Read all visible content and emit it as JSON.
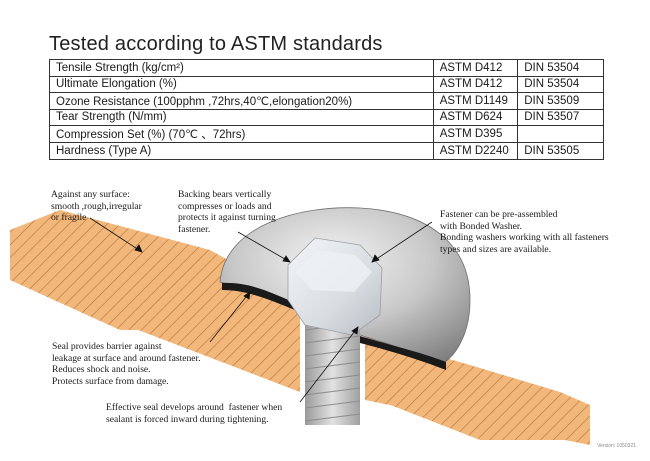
{
  "title": "Tested according to ASTM standards",
  "specs": {
    "rows": [
      {
        "property": "Tensile Strength (kg/cm²)",
        "astm": "ASTM D412",
        "din": "DIN 53504"
      },
      {
        "property": "Ultimate Elongation (%)",
        "astm": "ASTM D412",
        "din": "DIN 53504"
      },
      {
        "property": "Ozone Resistance (100pphm ,72hrs,40℃,elongation20%)",
        "astm": "ASTM D1149",
        "din": "DIN 53509"
      },
      {
        "property": "Tear Strength (N/mm)",
        "astm": "ASTM D624",
        "din": "DIN 53507"
      },
      {
        "property": "Compression Set (%) (70℃ 、72hrs)",
        "astm": "ASTM D395",
        "din": ""
      },
      {
        "property": "Hardness (Type A)",
        "astm": "ASTM D2240",
        "din": "DIN 53505"
      }
    ]
  },
  "notes": {
    "surface": "Against any surface:\nsmooth ,rough,irregular\nor fragile",
    "backing": "Backing bears vertically\ncompresses or loads and\nprotects it against turning\nfastener.",
    "fastener": "Fastener can be pre-assembled\nwith Bonded Washer.\nBonding washers working with all fasteners\ntypes and sizes are available.",
    "barrier": "Seal provides barrier against\nleakage at surface and around fastener.\nReduces shock and noise.\nProtects surface from damage.",
    "effective": "Effective seal develops around  fastener when\nsealant is forced inward during tightening."
  },
  "version": "Version: 1050321",
  "colors": {
    "surface_fill": "#f2b77a",
    "hatch": "#b8713a",
    "washer_light": "#e6e6e6",
    "washer_dark": "#8a8a8a",
    "bolt": "#c9c9c9",
    "seal": "#1a1a1a"
  }
}
